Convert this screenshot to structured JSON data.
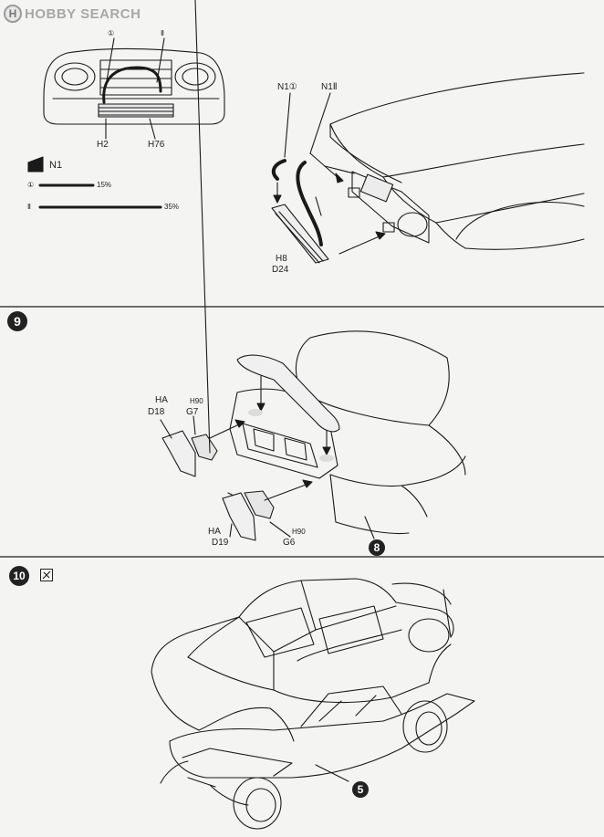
{
  "watermark": {
    "badge": "H",
    "text": "HOBBY SEARCH"
  },
  "step8": {
    "front_labels": {
      "circ1": "①",
      "circ2": "Ⅱ",
      "h2": "H2",
      "h76": "H76"
    },
    "paint": {
      "code": "N1",
      "row1_mark": "①",
      "row1_value": "15%",
      "row2_mark": "Ⅱ",
      "row2_value": "35%"
    },
    "detail_labels": {
      "n1_1": "N1①",
      "n1_2": "N1Ⅱ",
      "h8": "H8",
      "d24": "D24"
    }
  },
  "step9": {
    "number": "9",
    "labels": {
      "ha_top": "HA",
      "d18": "D18",
      "h90_top": "H90",
      "g7": "G7",
      "ha_bottom": "HA",
      "d19": "D19",
      "g6": "G6",
      "h90_bottom": "H90",
      "ref": "8"
    }
  },
  "step10": {
    "number": "10",
    "ref": "5",
    "glue_icon": "glue-icon"
  },
  "colors": {
    "ink": "#1a1a1a",
    "paper": "#f4f4f2"
  }
}
